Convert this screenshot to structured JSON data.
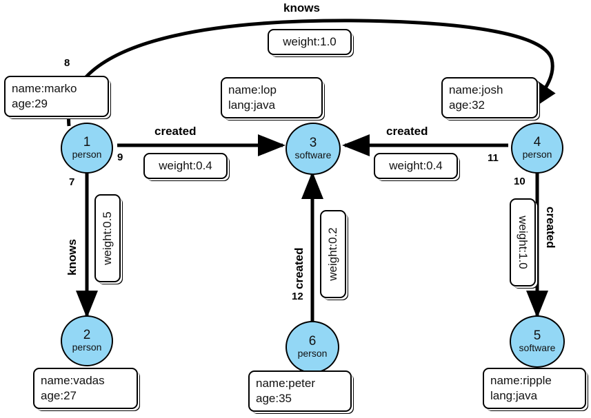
{
  "diagram": {
    "type": "property-graph",
    "background": "#ffffff",
    "vertex_fill": "#93d7f5",
    "vertex_stroke": "#000000",
    "edge_stroke": "#000000"
  },
  "vertices": [
    {
      "id": "1",
      "label": "person",
      "properties": [
        "name:marko",
        "age:29"
      ]
    },
    {
      "id": "2",
      "label": "person",
      "properties": [
        "name:vadas",
        "age:27"
      ]
    },
    {
      "id": "3",
      "label": "software",
      "properties": [
        "name:lop",
        "lang:java"
      ]
    },
    {
      "id": "4",
      "label": "person",
      "properties": [
        "name:josh",
        "age:32"
      ]
    },
    {
      "id": "5",
      "label": "software",
      "properties": [
        "name:ripple",
        "lang:java"
      ]
    },
    {
      "id": "6",
      "label": "person",
      "properties": [
        "name:peter",
        "age:35"
      ]
    }
  ],
  "edges": [
    {
      "id": "7",
      "label": "knows",
      "weight": "weight:0.5",
      "from": "1",
      "to": "2"
    },
    {
      "id": "8",
      "label": "knows",
      "weight": "weight:1.0",
      "from": "1",
      "to": "4"
    },
    {
      "id": "9",
      "label": "created",
      "weight": "weight:0.4",
      "from": "1",
      "to": "3"
    },
    {
      "id": "10",
      "label": "created",
      "weight": "weight:1.0",
      "from": "4",
      "to": "5"
    },
    {
      "id": "11",
      "label": "created",
      "weight": "weight:0.4",
      "from": "4",
      "to": "3"
    },
    {
      "id": "12",
      "label": "created",
      "weight": "weight:0.2",
      "from": "6",
      "to": "3"
    }
  ]
}
